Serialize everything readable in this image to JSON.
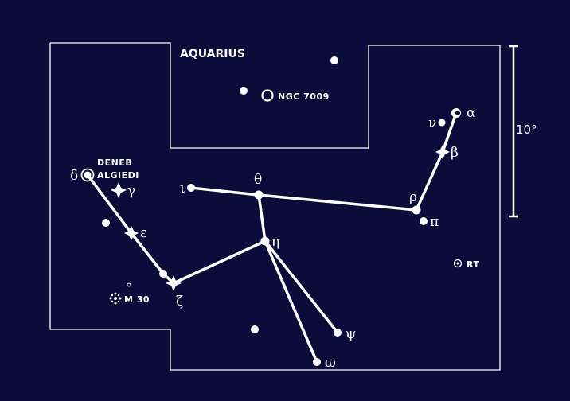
{
  "map": {
    "title": "AQUARIUS",
    "scale_label": "10°",
    "colors": {
      "background": "#0b0c3a",
      "foreground": "#ffffff"
    }
  },
  "stars": {
    "alpha": {
      "symbol": "α"
    },
    "beta": {
      "symbol": "β"
    },
    "gamma": {
      "symbol": "γ"
    },
    "delta": {
      "symbol": "δ",
      "name_line1": "DENEB",
      "name_line2": "ALGIEDI"
    },
    "epsilon": {
      "symbol": "ε"
    },
    "zeta": {
      "symbol": "ζ"
    },
    "eta": {
      "symbol": "η"
    },
    "theta": {
      "symbol": "θ"
    },
    "iota": {
      "symbol": "ι"
    },
    "nu": {
      "symbol": "ν"
    },
    "pi": {
      "symbol": "π"
    },
    "rho": {
      "symbol": "ρ"
    },
    "psi": {
      "symbol": "ψ"
    },
    "omega": {
      "symbol": "ω"
    }
  },
  "deep_sky": {
    "ngc7009": {
      "label": "NGC 7009",
      "type": "planetary-nebula"
    },
    "m30": {
      "label": "M 30",
      "type": "globular-cluster"
    },
    "rt": {
      "label": "RT",
      "type": "variable-star"
    }
  }
}
